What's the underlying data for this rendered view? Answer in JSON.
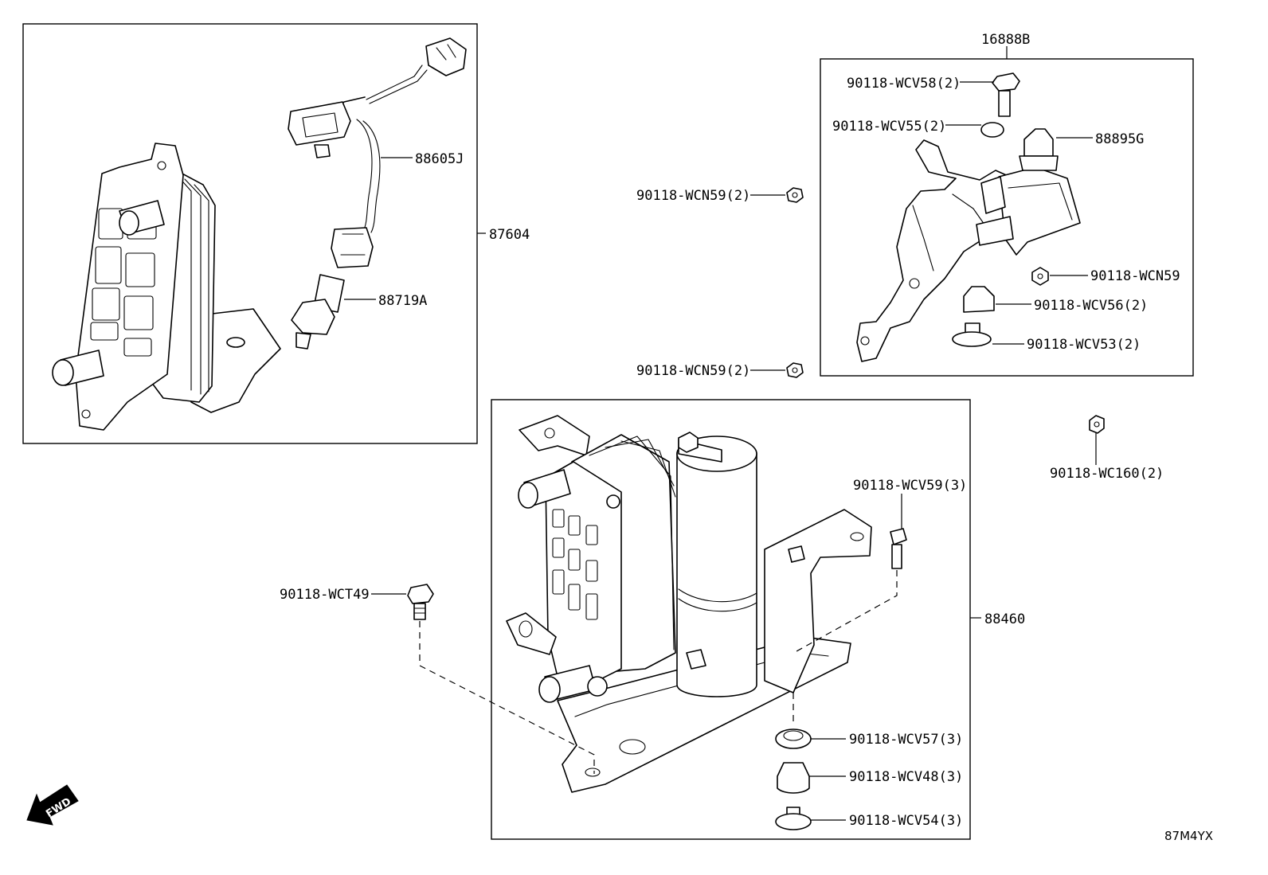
{
  "labels": {
    "p88605J": "88605J",
    "p87604": "87604",
    "p88719A": "88719A",
    "p16888B": "16888B",
    "wcv58": "90118-WCV58(2)",
    "wcv55": "90118-WCV55(2)",
    "p88895G": "88895G",
    "wcn59_top": "90118-WCN59(2)",
    "wcn59_single": "90118-WCN59",
    "wcv56": "90118-WCV56(2)",
    "wcv53": "90118-WCV53(2)",
    "wcn59_mid": "90118-WCN59(2)",
    "wc160": "90118-WC160(2)",
    "wcv59": "90118-WCV59(3)",
    "p88460": "88460",
    "wct49": "90118-WCT49",
    "wcv57": "90118-WCV57(3)",
    "wcv48": "90118-WCV48(3)",
    "wcv54": "90118-WCV54(3)"
  },
  "fwd_label": "FWD",
  "figure_id": "87M4YX"
}
